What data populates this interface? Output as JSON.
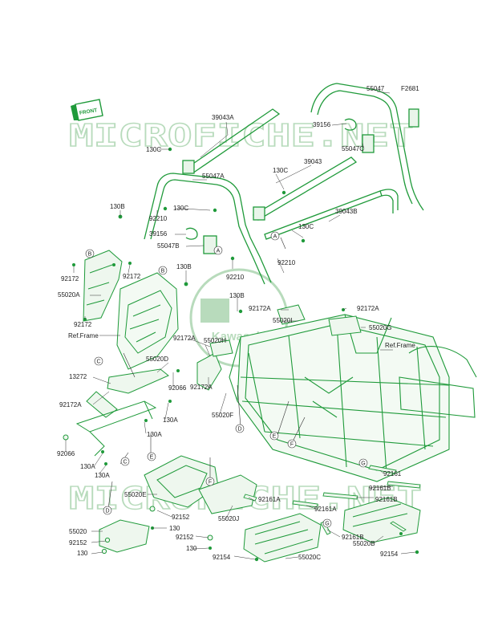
{
  "figure": {
    "id": "F2681",
    "badge": "FRONT"
  },
  "watermark": {
    "top": "MICROFICHE.NET",
    "bottom": "MICROFICHE.NET",
    "logo": "Kawasaki"
  },
  "colors": {
    "frame": "#1f9a3a",
    "frame_fill": "#e9f5ea",
    "ink": "#222222",
    "watermark": "#7fbf86"
  },
  "parts": [
    {
      "id": "p01",
      "text": "55047"
    },
    {
      "id": "p02",
      "text": "39043A"
    },
    {
      "id": "p03",
      "text": "39156"
    },
    {
      "id": "p04",
      "text": "130C"
    },
    {
      "id": "p05",
      "text": "55047C"
    },
    {
      "id": "p06",
      "text": "39043"
    },
    {
      "id": "p07",
      "text": "55047A"
    },
    {
      "id": "p08",
      "text": "130C"
    },
    {
      "id": "p09",
      "text": "130B"
    },
    {
      "id": "p10",
      "text": "92210"
    },
    {
      "id": "p11",
      "text": "130C"
    },
    {
      "id": "p12",
      "text": "39043B"
    },
    {
      "id": "p13",
      "text": "39156"
    },
    {
      "id": "p14",
      "text": "130C"
    },
    {
      "id": "p15",
      "text": "55047B"
    },
    {
      "id": "p16",
      "text": "130B"
    },
    {
      "id": "p17",
      "text": "92210"
    },
    {
      "id": "p18",
      "text": "92210"
    },
    {
      "id": "p19",
      "text": "92172"
    },
    {
      "id": "p20",
      "text": "92172"
    },
    {
      "id": "p21",
      "text": "55020A"
    },
    {
      "id": "p22",
      "text": "92172"
    },
    {
      "id": "p23",
      "text": "Ref.Frame"
    },
    {
      "id": "p24",
      "text": "130B"
    },
    {
      "id": "p25",
      "text": "92172A"
    },
    {
      "id": "p26",
      "text": "92172A"
    },
    {
      "id": "p27",
      "text": "55020I"
    },
    {
      "id": "p28",
      "text": "55020G"
    },
    {
      "id": "p29",
      "text": "92172A"
    },
    {
      "id": "p30",
      "text": "55020H"
    },
    {
      "id": "p31",
      "text": "Ref.Frame"
    },
    {
      "id": "p32",
      "text": "55020D"
    },
    {
      "id": "p33",
      "text": "13272"
    },
    {
      "id": "p34",
      "text": "92066"
    },
    {
      "id": "p35",
      "text": "92172A"
    },
    {
      "id": "p36",
      "text": "92172A"
    },
    {
      "id": "p37",
      "text": "55020F"
    },
    {
      "id": "p38",
      "text": "130A"
    },
    {
      "id": "p39",
      "text": "130A"
    },
    {
      "id": "p40",
      "text": "92066"
    },
    {
      "id": "p41",
      "text": "130A"
    },
    {
      "id": "p42",
      "text": "130A"
    },
    {
      "id": "p43",
      "text": "92161"
    },
    {
      "id": "p44",
      "text": "55020E"
    },
    {
      "id": "p45",
      "text": "92161B"
    },
    {
      "id": "p46",
      "text": "92161A"
    },
    {
      "id": "p47",
      "text": "92161B"
    },
    {
      "id": "p48",
      "text": "92152"
    },
    {
      "id": "p49",
      "text": "55020J"
    },
    {
      "id": "p50",
      "text": "92161A"
    },
    {
      "id": "p51",
      "text": "55020"
    },
    {
      "id": "p52",
      "text": "130"
    },
    {
      "id": "p53",
      "text": "92152"
    },
    {
      "id": "p54",
      "text": "92161B"
    },
    {
      "id": "p55",
      "text": "92152"
    },
    {
      "id": "p56",
      "text": "55020B"
    },
    {
      "id": "p57",
      "text": "130"
    },
    {
      "id": "p58",
      "text": "130"
    },
    {
      "id": "p59",
      "text": "92154"
    },
    {
      "id": "p60",
      "text": "55020C"
    },
    {
      "id": "p61",
      "text": "92154"
    }
  ],
  "callouts": [
    {
      "id": "c1",
      "text": "A"
    },
    {
      "id": "c2",
      "text": "A"
    },
    {
      "id": "c3",
      "text": "B"
    },
    {
      "id": "c4",
      "text": "B"
    },
    {
      "id": "c5",
      "text": "C"
    },
    {
      "id": "c6",
      "text": "C"
    },
    {
      "id": "c7",
      "text": "D"
    },
    {
      "id": "c8",
      "text": "D"
    },
    {
      "id": "c9",
      "text": "E"
    },
    {
      "id": "c10",
      "text": "E"
    },
    {
      "id": "c11",
      "text": "F"
    },
    {
      "id": "c12",
      "text": "F"
    },
    {
      "id": "c13",
      "text": "G"
    },
    {
      "id": "c14",
      "text": "G"
    }
  ]
}
